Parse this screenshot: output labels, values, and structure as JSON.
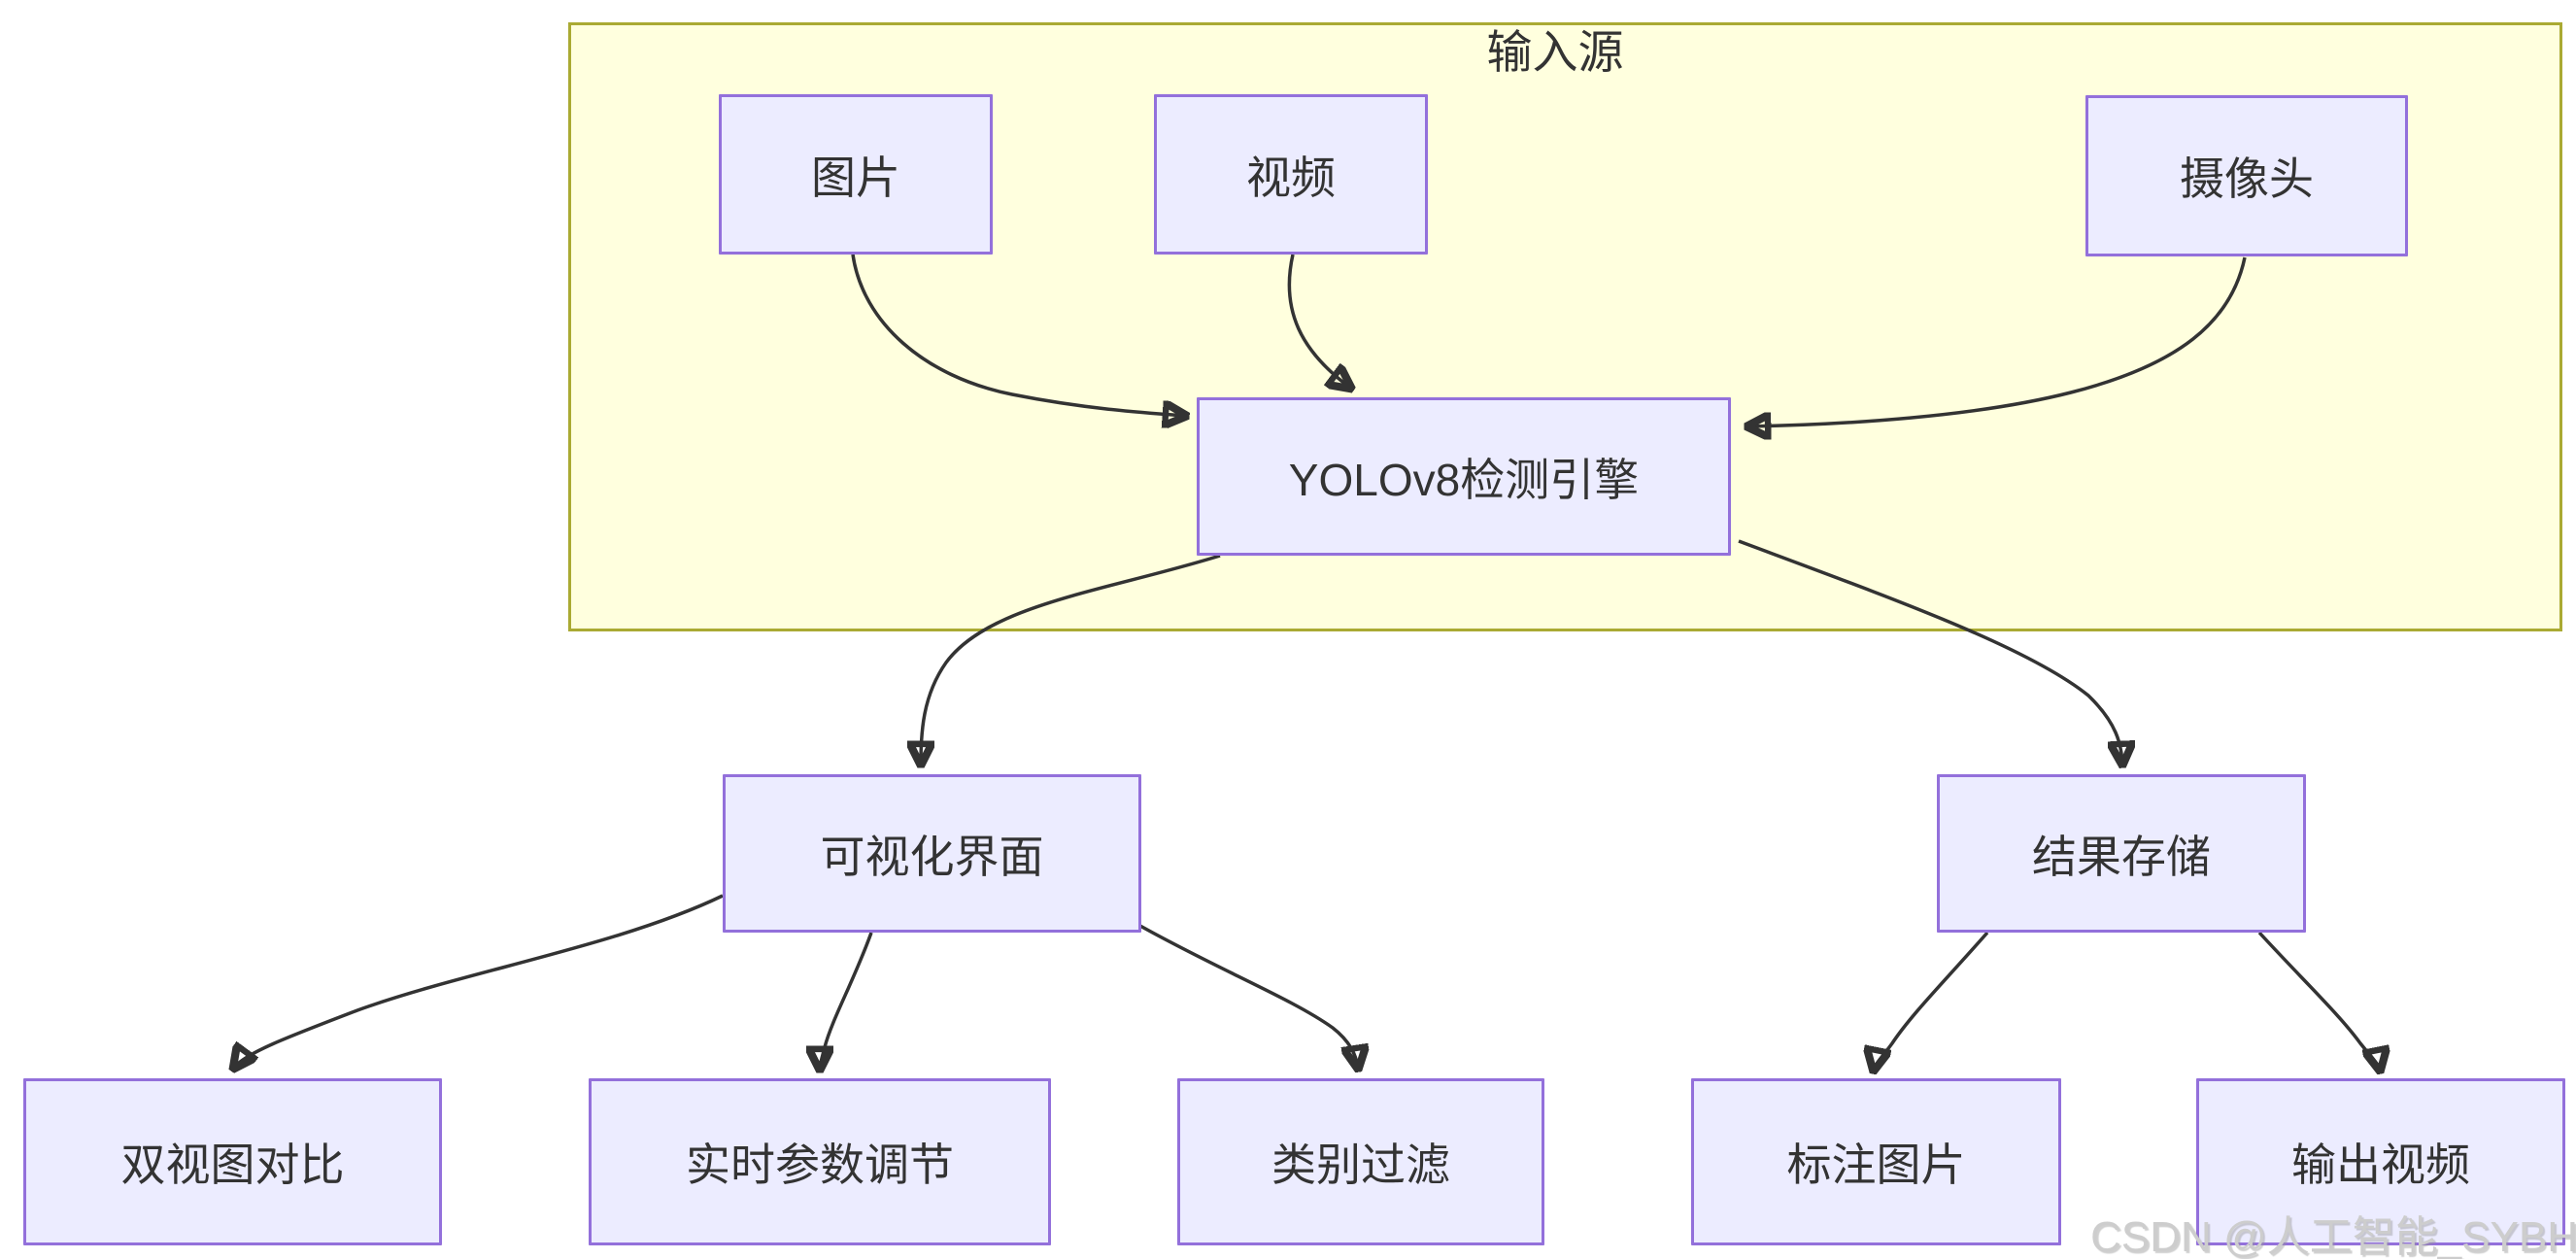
{
  "diagram": {
    "cluster": {
      "title": "输入源"
    },
    "nodes": {
      "image": {
        "label": "图片"
      },
      "video": {
        "label": "视频"
      },
      "camera": {
        "label": "摄像头"
      },
      "engine": {
        "label": "YOLOv8检测引擎"
      },
      "ui": {
        "label": "可视化界面"
      },
      "storage": {
        "label": "结果存储"
      },
      "dual_view": {
        "label": "双视图对比"
      },
      "param_tuning": {
        "label": "实时参数调节"
      },
      "class_filter": {
        "label": "类别过滤"
      },
      "annotated_images": {
        "label": "标注图片"
      },
      "output_video": {
        "label": "输出视频"
      }
    },
    "edges": [
      {
        "from": "图片",
        "to": "YOLOv8检测引擎"
      },
      {
        "from": "视频",
        "to": "YOLOv8检测引擎"
      },
      {
        "from": "摄像头",
        "to": "YOLOv8检测引擎"
      },
      {
        "from": "YOLOv8检测引擎",
        "to": "可视化界面"
      },
      {
        "from": "YOLOv8检测引擎",
        "to": "结果存储"
      },
      {
        "from": "可视化界面",
        "to": "双视图对比"
      },
      {
        "from": "可视化界面",
        "to": "实时参数调节"
      },
      {
        "from": "可视化界面",
        "to": "类别过滤"
      },
      {
        "from": "结果存储",
        "to": "标注图片"
      },
      {
        "from": "结果存储",
        "to": "输出视频"
      }
    ],
    "colors": {
      "node_fill": "#ECECFF",
      "node_border": "#9370DB",
      "cluster_fill": "#FFFFDE",
      "cluster_border": "#AAAA33",
      "edge": "#333333",
      "text": "#333333",
      "watermark_text": "#CDCDCD"
    }
  },
  "watermark": {
    "text": "CSDN @人工智能_SYBH"
  }
}
